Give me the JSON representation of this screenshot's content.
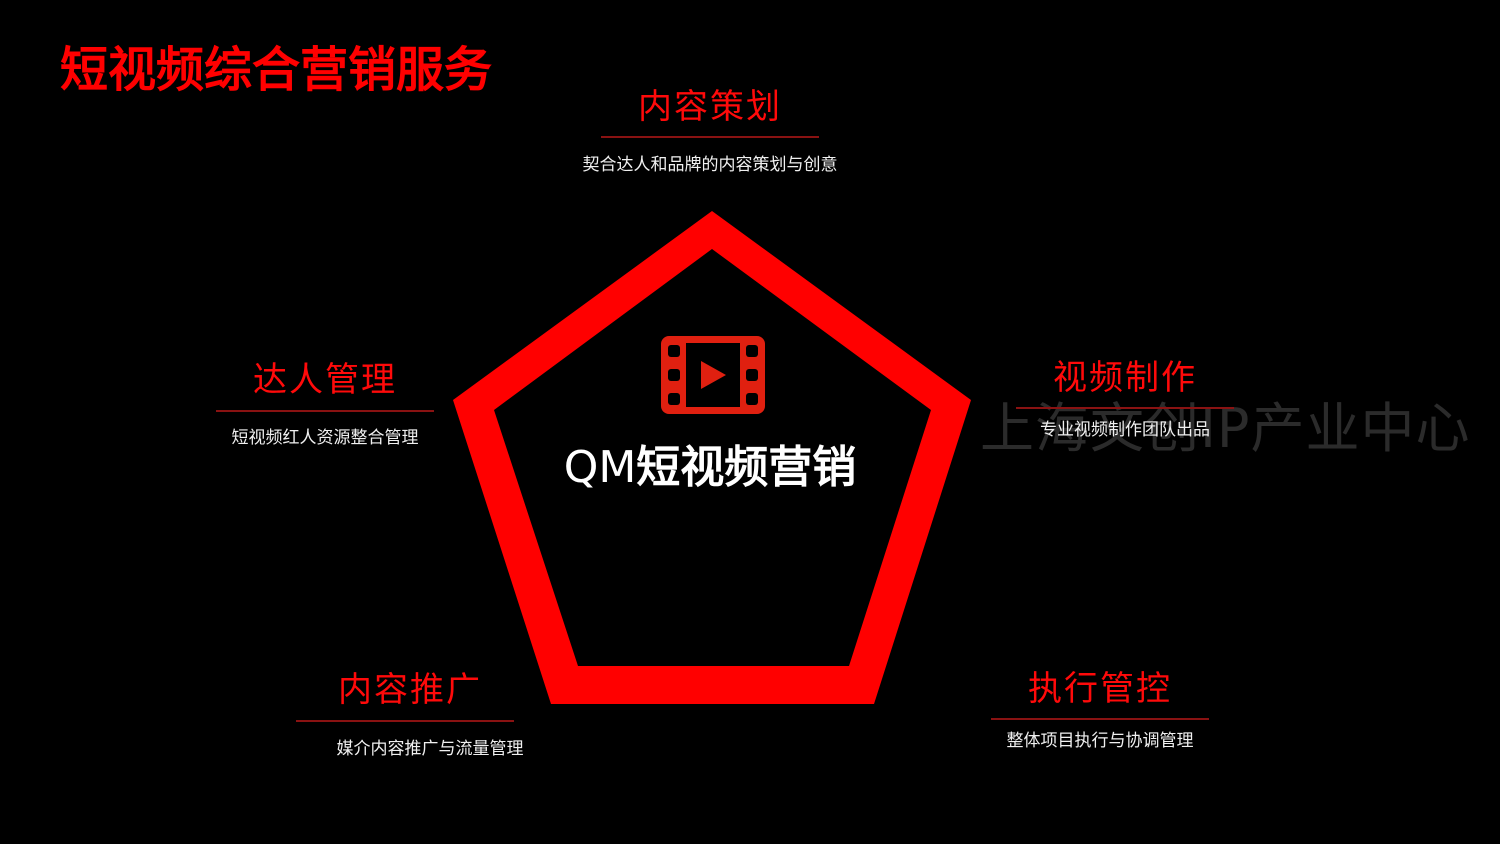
{
  "page": {
    "title": "短视频综合营销服务",
    "background_color": "#000000",
    "accent_color": "#ff0000",
    "watermark": "上海文创IP产业中心"
  },
  "center": {
    "icon": "film-play-icon",
    "title_prefix": "QM",
    "title_main": "短视频营销",
    "shape": "pentagon",
    "shape_color": "#ff0000"
  },
  "nodes": [
    {
      "id": "top",
      "title": "内容策划",
      "description": "契合达人和品牌的内容策划与创意"
    },
    {
      "id": "left",
      "title": "达人管理",
      "description": "短视频红人资源整合管理"
    },
    {
      "id": "right",
      "title": "视频制作",
      "description": "专业视频制作团队出品"
    },
    {
      "id": "bottom-left",
      "title": "内容推广",
      "description": "媒介内容推广与流量管理"
    },
    {
      "id": "bottom-right",
      "title": "执行管控",
      "description": "整体项目执行与协调管理"
    }
  ],
  "colors": {
    "title_red": "#ff0000",
    "node_title_red": "#ff0a0a",
    "divider_red": "#8a1212",
    "description_white": "#f0f0f0",
    "watermark_gray": "#2b2b2b"
  }
}
